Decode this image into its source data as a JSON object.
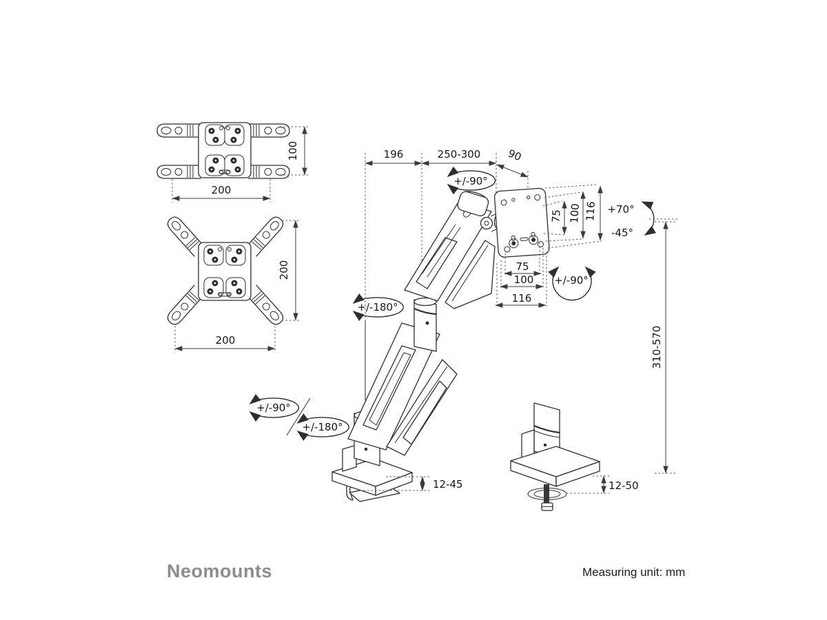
{
  "footer": {
    "brand": "Neomounts",
    "unit_note": "Measuring unit: mm"
  },
  "colors": {
    "line": "#2e2e2e",
    "dimension_line": "#3c3c3c",
    "text": "#161616",
    "brand_gray": "#8d8d8d"
  },
  "dims": {
    "adapter_bars_height": "100",
    "adapter_bars_width": "200",
    "adapter_cross_height": "200",
    "adapter_cross_width": "200",
    "arm_rear_section": "196",
    "arm_front_section": "250-300",
    "head_offset": "90",
    "vesa_side_75": "75",
    "vesa_side_100": "100",
    "vesa_side_116": "116",
    "vesa_bottom_75": "75",
    "vesa_bottom_100": "100",
    "vesa_bottom_116": "116",
    "height_range": "310-570",
    "clamp_thickness": "12-45",
    "grommet_thickness": "12-50"
  },
  "angles": {
    "head_swivel": "+/-90°",
    "tilt_up": "+70°",
    "tilt_down": "-45°",
    "vesa_rotation": "+/-90°",
    "arm_swivel": "+/-180°",
    "base_swivel_90": "+/-90°",
    "base_swivel_180": "+/-180°"
  }
}
